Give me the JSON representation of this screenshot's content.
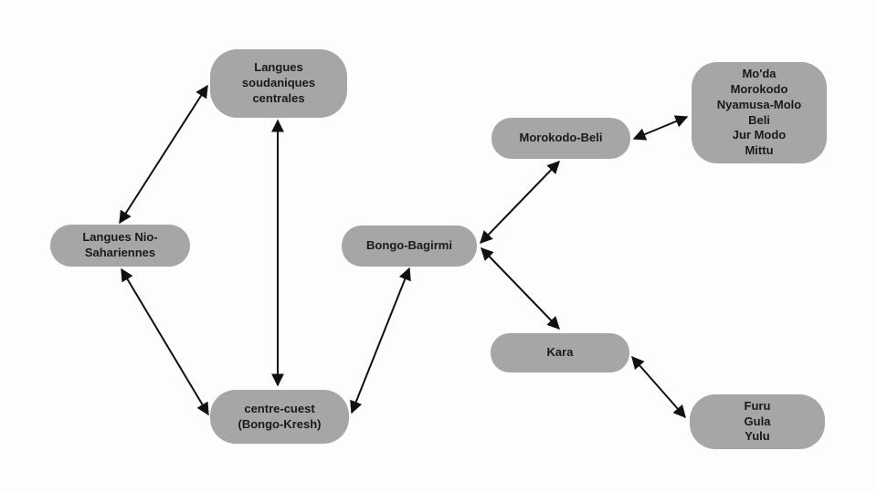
{
  "diagram": {
    "colors": {
      "background": "#fdfdfd",
      "node_fill": "#a6a6a6",
      "node_text": "#1a1a1a",
      "arrow": "#111111"
    },
    "nodes": [
      {
        "id": "langues-soudaniques-centrales",
        "lines": [
          "Langues",
          "soudaniques",
          "centrales"
        ]
      },
      {
        "id": "langues-nio-sahariennes",
        "lines": [
          "Langues Nio-",
          "Sahariennes"
        ]
      },
      {
        "id": "centre-cuest-bongo-kresh",
        "lines": [
          "centre-cuest",
          "(Bongo-Kresh)"
        ]
      },
      {
        "id": "bongo-bagirmi",
        "lines": [
          "Bongo-Bagirmi"
        ]
      },
      {
        "id": "morokodo-beli",
        "lines": [
          "Morokodo-Beli"
        ]
      },
      {
        "id": "moda-group",
        "lines": [
          "Mo'da",
          "Morokodo",
          "Nyamusa-Molo",
          "Beli",
          "Jur Modo",
          "Mittu"
        ]
      },
      {
        "id": "kara",
        "lines": [
          "Kara"
        ]
      },
      {
        "id": "furu-gula-yulu",
        "lines": [
          "Furu",
          "Gula",
          "Yulu"
        ]
      }
    ],
    "edges": [
      {
        "from": "langues-nio-sahariennes",
        "to": "langues-soudaniques-centrales",
        "bidirectional": true
      },
      {
        "from": "langues-soudaniques-centrales",
        "to": "centre-cuest-bongo-kresh",
        "bidirectional": true
      },
      {
        "from": "langues-nio-sahariennes",
        "to": "centre-cuest-bongo-kresh",
        "bidirectional": true
      },
      {
        "from": "bongo-bagirmi",
        "to": "centre-cuest-bongo-kresh",
        "bidirectional": true
      },
      {
        "from": "bongo-bagirmi",
        "to": "morokodo-beli",
        "bidirectional": true
      },
      {
        "from": "bongo-bagirmi",
        "to": "kara",
        "bidirectional": true
      },
      {
        "from": "morokodo-beli",
        "to": "moda-group",
        "bidirectional": true
      },
      {
        "from": "kara",
        "to": "furu-gula-yulu",
        "bidirectional": true
      }
    ]
  }
}
